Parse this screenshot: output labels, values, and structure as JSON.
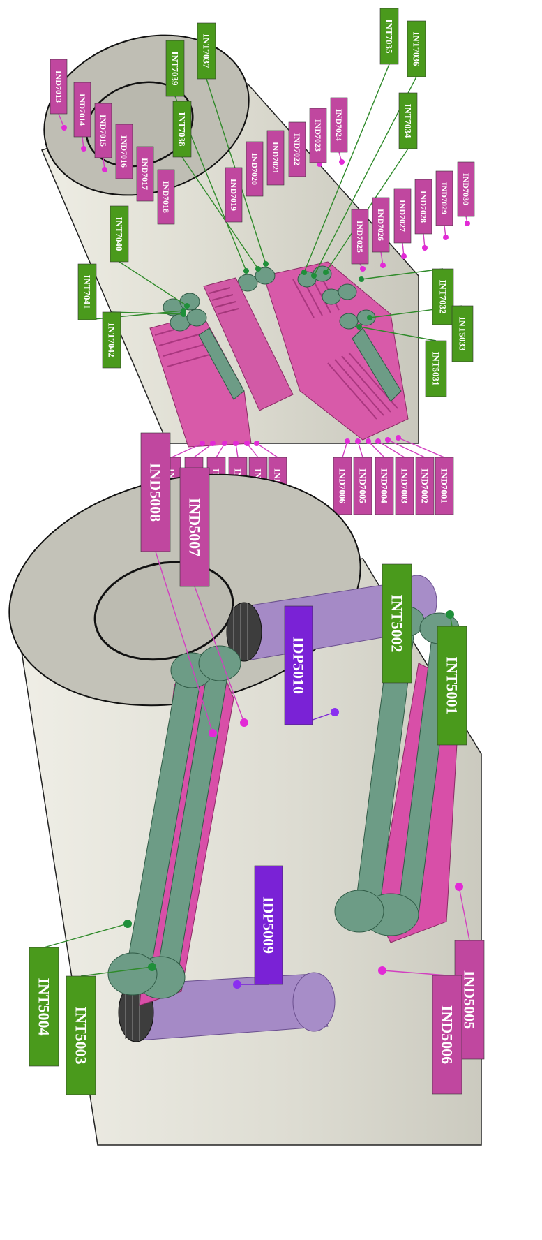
{
  "colors": {
    "green_tag": "#4a9a1c",
    "magenta_tag": "#c0479f",
    "purple_tag": "#7a22d6",
    "leader_green": "#2f8a2a",
    "leader_magenta": "#d23fc0",
    "dot_green": "#1f8f3a",
    "dot_magenta": "#e22ad6",
    "dot_purple": "#8a2ff0",
    "cylinder": "#dcdbd0",
    "cylinder_end": "#bdbdb3",
    "part_magenta": "#d84fa8",
    "part_green": "#6b9a82",
    "part_purple": "#a58ac6"
  },
  "top_panel": {
    "labels": [
      {
        "id": "IND7001",
        "kind": "magenta"
      },
      {
        "id": "IND7002",
        "kind": "magenta"
      },
      {
        "id": "IND7003",
        "kind": "magenta"
      },
      {
        "id": "IND7004",
        "kind": "magenta"
      },
      {
        "id": "IND7005",
        "kind": "magenta"
      },
      {
        "id": "IND7006",
        "kind": "magenta"
      },
      {
        "id": "IND7007",
        "kind": "magenta"
      },
      {
        "id": "IND7008",
        "kind": "magenta"
      },
      {
        "id": "IND7009",
        "kind": "magenta"
      },
      {
        "id": "IND7010",
        "kind": "magenta"
      },
      {
        "id": "IND7011",
        "kind": "magenta"
      },
      {
        "id": "IND7012",
        "kind": "magenta"
      },
      {
        "id": "IND7013",
        "kind": "magenta"
      },
      {
        "id": "IND7014",
        "kind": "magenta"
      },
      {
        "id": "IND7015",
        "kind": "magenta"
      },
      {
        "id": "IND7016",
        "kind": "magenta"
      },
      {
        "id": "IND7017",
        "kind": "magenta"
      },
      {
        "id": "IND7018",
        "kind": "magenta"
      },
      {
        "id": "IND7019",
        "kind": "magenta"
      },
      {
        "id": "IND7020",
        "kind": "magenta"
      },
      {
        "id": "IND7021",
        "kind": "magenta"
      },
      {
        "id": "IND7022",
        "kind": "magenta"
      },
      {
        "id": "IND7023",
        "kind": "magenta"
      },
      {
        "id": "IND7024",
        "kind": "magenta"
      },
      {
        "id": "IND7025",
        "kind": "magenta"
      },
      {
        "id": "IND7026",
        "kind": "magenta"
      },
      {
        "id": "IND7027",
        "kind": "magenta"
      },
      {
        "id": "IND7028",
        "kind": "magenta"
      },
      {
        "id": "IND7029",
        "kind": "magenta"
      },
      {
        "id": "IND7030",
        "kind": "magenta"
      },
      {
        "id": "INT7032",
        "kind": "green"
      },
      {
        "id": "INT7034",
        "kind": "green"
      },
      {
        "id": "INT7035",
        "kind": "green"
      },
      {
        "id": "INT7036",
        "kind": "green"
      },
      {
        "id": "INT7037",
        "kind": "green"
      },
      {
        "id": "INT7038",
        "kind": "green"
      },
      {
        "id": "INT7039",
        "kind": "green"
      },
      {
        "id": "INT7040",
        "kind": "green"
      },
      {
        "id": "INT7041",
        "kind": "green"
      },
      {
        "id": "INT7042",
        "kind": "green"
      },
      {
        "id": "INT5031",
        "kind": "green"
      },
      {
        "id": "INT5033",
        "kind": "green"
      }
    ]
  },
  "bottom_panel": {
    "labels": [
      {
        "id": "INT5001",
        "kind": "green"
      },
      {
        "id": "INT5002",
        "kind": "green"
      },
      {
        "id": "INT5003",
        "kind": "green"
      },
      {
        "id": "INT5004",
        "kind": "green"
      },
      {
        "id": "IND5005",
        "kind": "magenta"
      },
      {
        "id": "IND5006",
        "kind": "magenta"
      },
      {
        "id": "IND5007",
        "kind": "magenta"
      },
      {
        "id": "IND5008",
        "kind": "magenta"
      },
      {
        "id": "IDP5009",
        "kind": "purple"
      },
      {
        "id": "IDP5010",
        "kind": "purple"
      }
    ]
  }
}
